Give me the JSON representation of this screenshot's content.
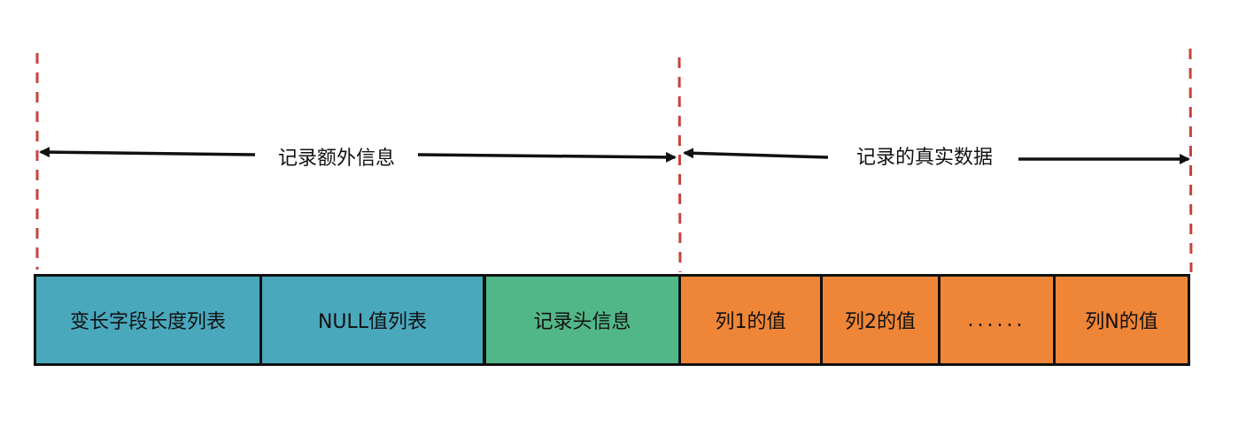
{
  "colors": {
    "blue": "#4aa8bd",
    "green": "#52b788",
    "orange": "#ee8537",
    "divider": "#c8413b"
  },
  "spans": [
    {
      "label": "记录额外信息"
    },
    {
      "label": "记录的真实数据"
    }
  ],
  "boxes": [
    {
      "label": "变长字段长度列表",
      "color": "#4aa8bd"
    },
    {
      "label": "NULL值列表",
      "color": "#4aa8bd"
    },
    {
      "label": "记录头信息",
      "color": "#52b788"
    },
    {
      "label": "列1的值",
      "color": "#ee8537"
    },
    {
      "label": "列2的值",
      "color": "#ee8537"
    },
    {
      "label": "......",
      "color": "#ee8537"
    },
    {
      "label": "列N的值",
      "color": "#ee8537"
    }
  ]
}
